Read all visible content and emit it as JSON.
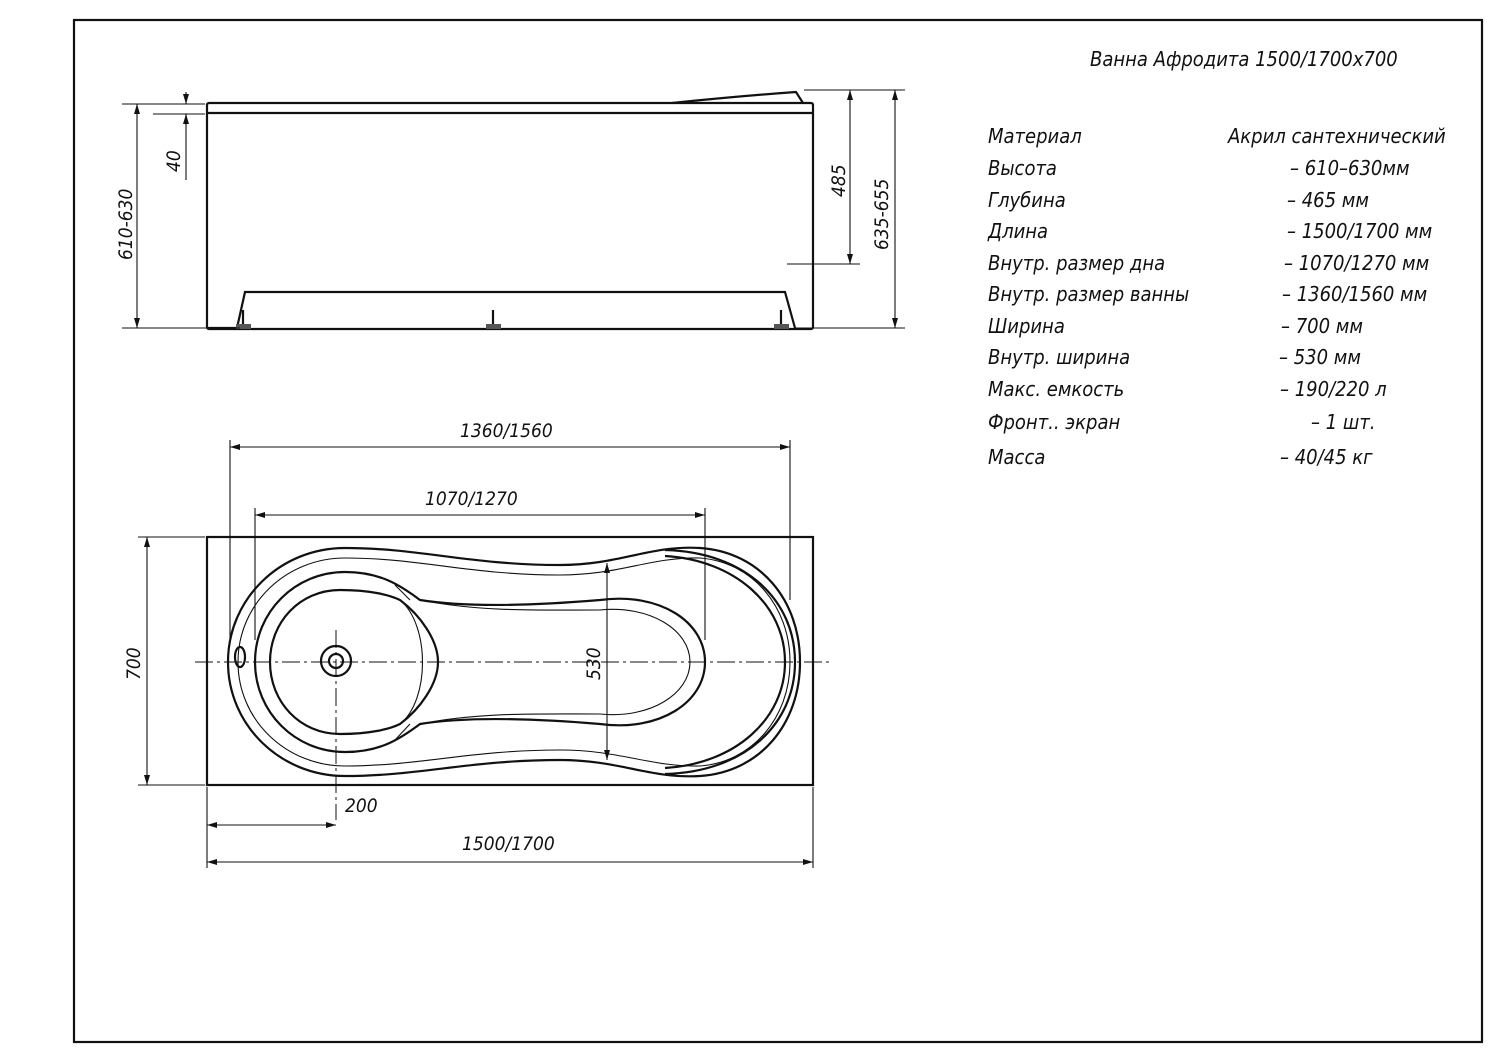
{
  "title": "Ванна Афродита 1500/1700x700",
  "specs": [
    {
      "label": "Материал",
      "value": "Акрил сантехнический"
    },
    {
      "label": "Высота",
      "value": "– 610–630мм"
    },
    {
      "label": "Глубина",
      "value": "– 465 мм"
    },
    {
      "label": "Длина",
      "value": "– 1500/1700 мм"
    },
    {
      "label": "Внутр. размер дна",
      "value": "– 1070/1270 мм"
    },
    {
      "label": "Внутр. размер ванны",
      "value": "– 1360/1560 мм"
    },
    {
      "label": "Ширина",
      "value": "– 700 мм"
    },
    {
      "label": "Внутр. ширина",
      "value": "– 530 мм"
    },
    {
      "label": "Макс. емкость",
      "value": "– 190/220 л"
    },
    {
      "label": "Фронт.. экран",
      "value": "– 1 шт."
    },
    {
      "label": "Масса",
      "value": "– 40/45 кг"
    }
  ],
  "side_view": {
    "dim_height": "610-630",
    "dim_rim": "40",
    "dim_depth": "485",
    "dim_total_height": "635-655"
  },
  "top_view": {
    "dim_inner_length": "1360/1560",
    "dim_bottom_length": "1070/1270",
    "dim_width": "700",
    "dim_inner_width": "530",
    "dim_drain_offset": "200",
    "dim_length": "1500/1700"
  }
}
